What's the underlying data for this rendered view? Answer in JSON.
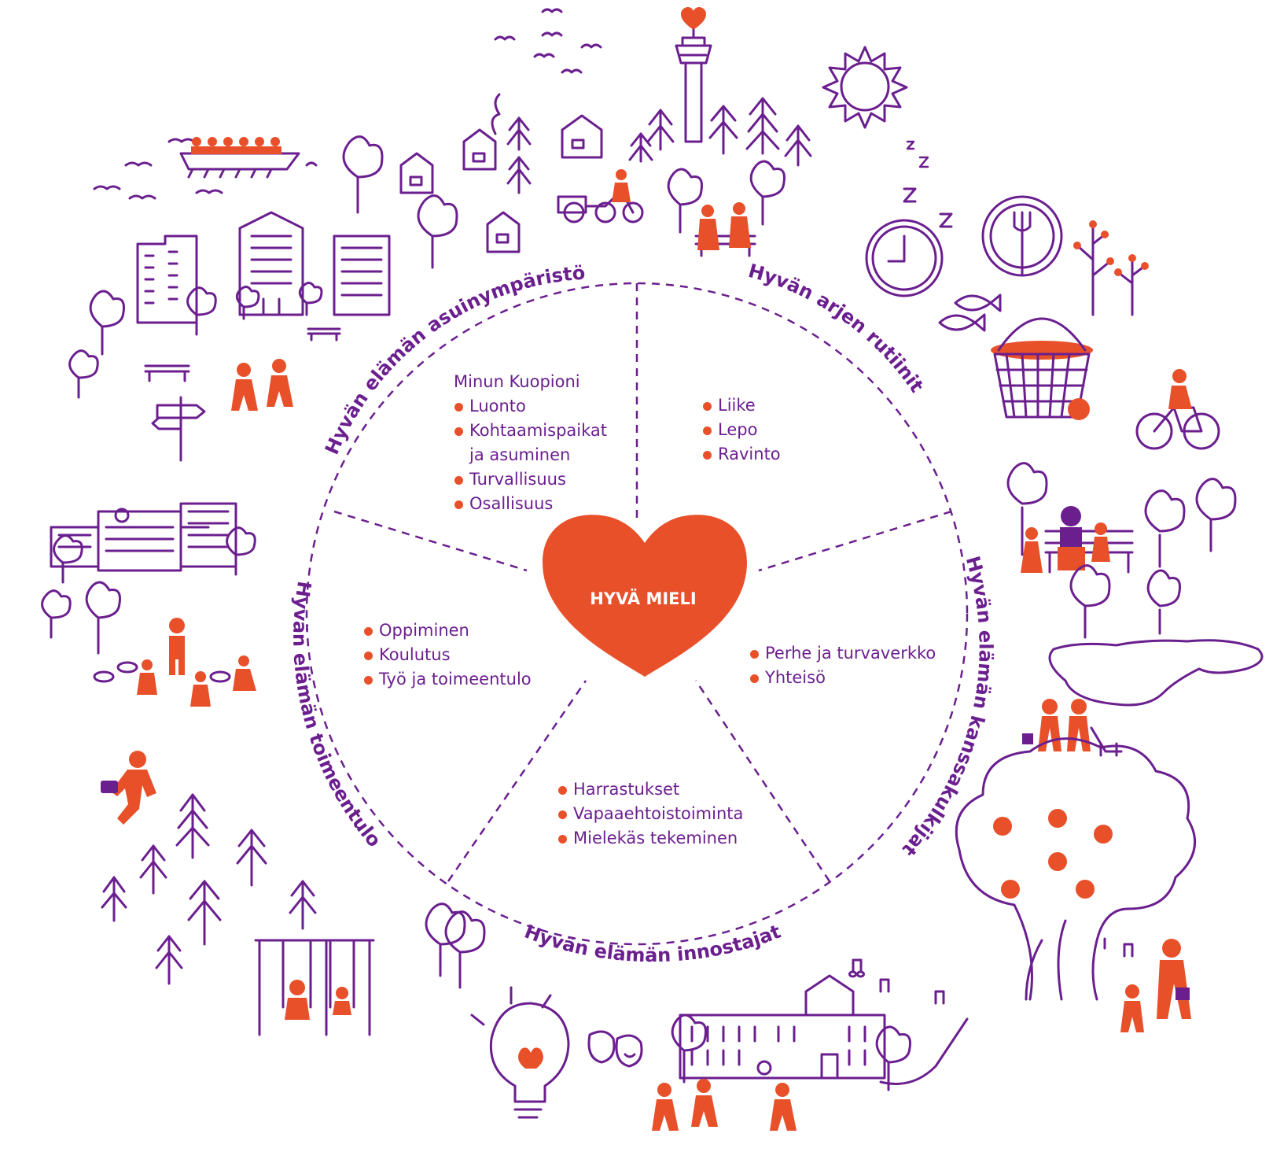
{
  "center": {
    "label": "HYVÄ MIELI",
    "color": "#e8502a"
  },
  "colors": {
    "primary": "#6b1f8f",
    "accent": "#e8502a"
  },
  "segments": {
    "asuinymparisto": {
      "title": "Hyvän elämän asuinympäristö",
      "heading": "Minun Kuopioni",
      "items": [
        "Luonto",
        "Kohtaamispaikat",
        "ja asuminen",
        "Turvallisuus",
        "Osallisuus"
      ]
    },
    "arjen_rutiinit": {
      "title": "Hyvän arjen rutiinit",
      "items": [
        "Liike",
        "Lepo",
        "Ravinto"
      ]
    },
    "kanssakulkijat": {
      "title": "Hyvän elämän kanssakulkijat",
      "items": [
        "Perhe ja turvaverkko",
        "Yhteisö"
      ]
    },
    "innostajat": {
      "title": "Hyvän elämän innostajat",
      "items": [
        "Harrastukset",
        "Vapaaehtoistoiminta",
        "Mielekäs tekeminen"
      ]
    },
    "toimeentulo": {
      "title": "Hyvän elämän toimeentulo",
      "items": [
        "Oppiminen",
        "Koulutus",
        "Työ ja toimeentulo"
      ]
    }
  },
  "illustrations": {
    "icons": [
      "sun-icon",
      "clock-icon",
      "sleep-z-icon",
      "plate-fork-icon",
      "fish-icon",
      "basket-icon",
      "cyclist-icon",
      "bench-people-icon",
      "pond-icon",
      "apple-tree-icon",
      "music-notes-icon",
      "school-building-icon",
      "theater-masks-icon",
      "lightbulb-icon",
      "playground-swing-icon",
      "forest-icon",
      "school-icon",
      "apartment-buildings-icon",
      "rowing-boat-icon",
      "tower-heart-icon",
      "houses-icon",
      "signpost-icon",
      "trees-icon",
      "birds-icon",
      "berries-icon"
    ]
  }
}
